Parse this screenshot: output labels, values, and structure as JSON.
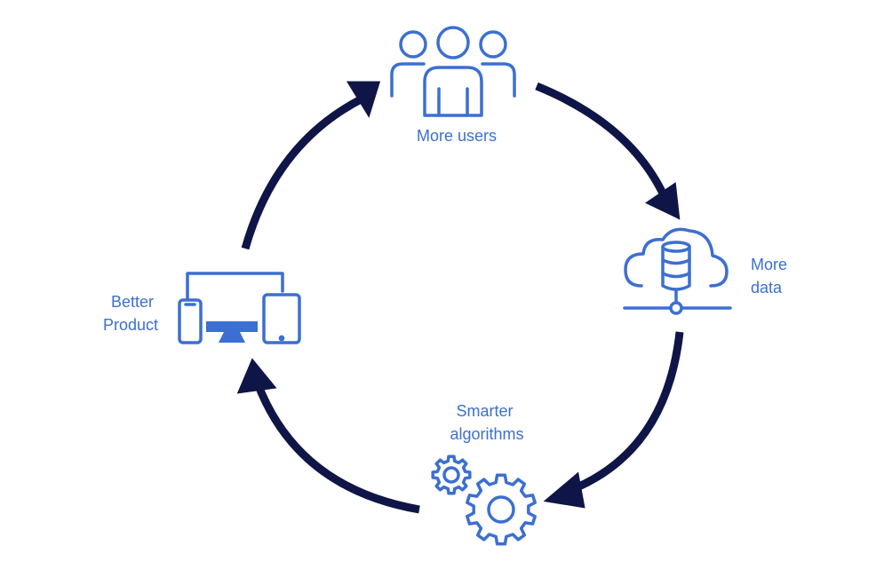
{
  "diagram": {
    "nodes": {
      "users": {
        "label": "More users",
        "icon": "users-group-icon"
      },
      "data": {
        "label_lines": [
          "More",
          "data"
        ],
        "icon": "cloud-database-icon"
      },
      "algorithms": {
        "label_lines": [
          "Smarter",
          "algorithms"
        ],
        "icon": "gears-icon"
      },
      "product": {
        "label_lines": [
          "Better",
          "Product"
        ],
        "icon": "devices-icon"
      }
    },
    "colors": {
      "icon": "#3c6fd1",
      "label": "#3c6fd1",
      "arrow": "#0f1547"
    }
  }
}
